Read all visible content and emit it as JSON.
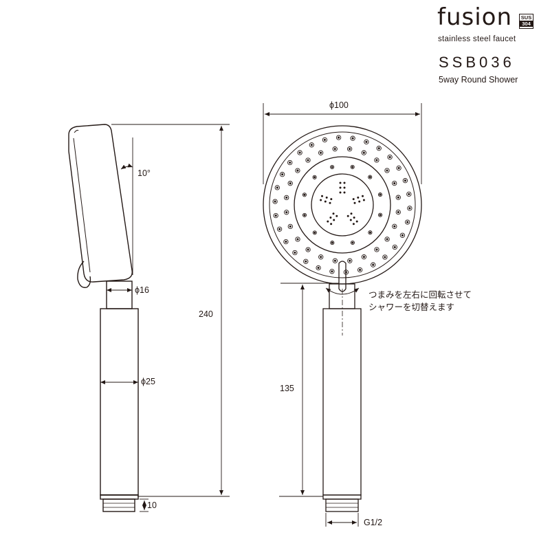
{
  "header": {
    "brand": "fusion",
    "badge_top": "SUS",
    "badge_bottom": "304",
    "tagline": "stainless steel faucet",
    "model": "SSB036",
    "product_name": "5way Round Shower"
  },
  "dimensions": {
    "head_diameter": "ϕ100",
    "tilt_angle": "10°",
    "neck_diameter": "ϕ16",
    "handle_diameter": "ϕ25",
    "total_length": "240",
    "handle_length": "135",
    "thread_length": "10",
    "thread_spec": "G1/2"
  },
  "note": {
    "line1": "つまみを左右に回転させて",
    "line2": "シャワーを切替えます"
  },
  "colors": {
    "line": "#231815",
    "background": "#ffffff"
  }
}
